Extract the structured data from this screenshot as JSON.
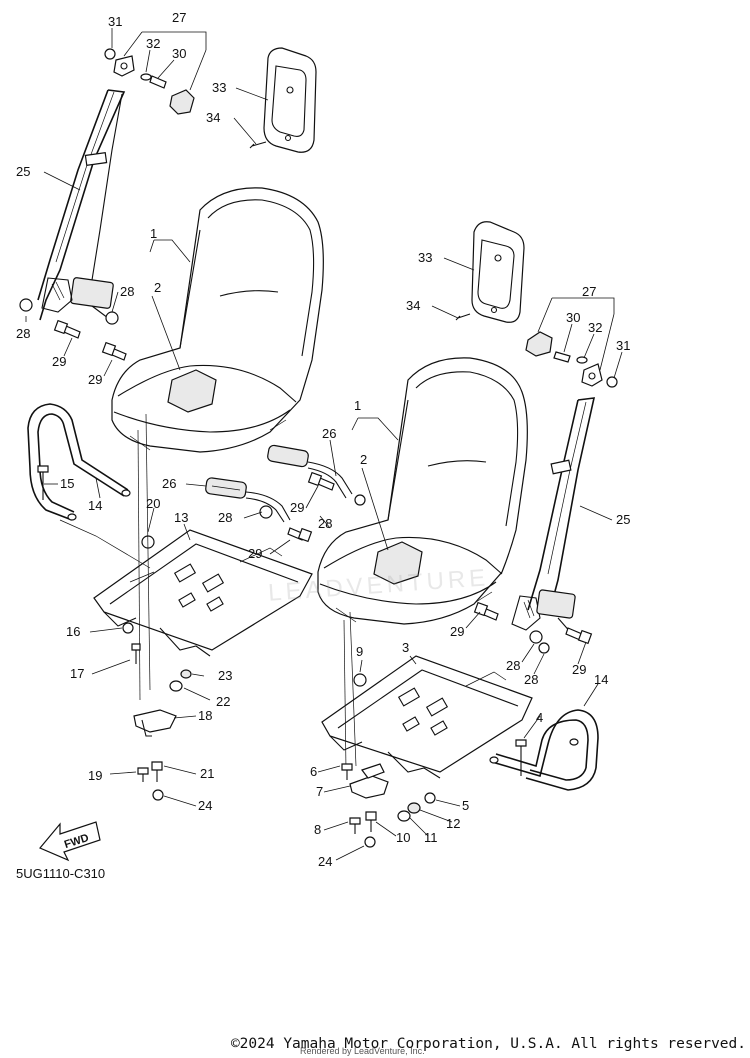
{
  "diagram": {
    "callouts": [
      {
        "id": "c31a",
        "text": "31"
      },
      {
        "id": "c27a",
        "text": "27"
      },
      {
        "id": "c32a",
        "text": "32"
      },
      {
        "id": "c30a",
        "text": "30"
      },
      {
        "id": "c33a",
        "text": "33"
      },
      {
        "id": "c34a",
        "text": "34"
      },
      {
        "id": "c25a",
        "text": "25"
      },
      {
        "id": "c1a",
        "text": "1"
      },
      {
        "id": "c2a",
        "text": "2"
      },
      {
        "id": "c28a",
        "text": "28"
      },
      {
        "id": "c28b",
        "text": "28"
      },
      {
        "id": "c29a",
        "text": "29"
      },
      {
        "id": "c29b",
        "text": "29"
      },
      {
        "id": "c15",
        "text": "15"
      },
      {
        "id": "c14a",
        "text": "14"
      },
      {
        "id": "c26a",
        "text": "26"
      },
      {
        "id": "c20",
        "text": "20"
      },
      {
        "id": "c13",
        "text": "13"
      },
      {
        "id": "c28c",
        "text": "28"
      },
      {
        "id": "c29c",
        "text": "29"
      },
      {
        "id": "c16",
        "text": "16"
      },
      {
        "id": "c17",
        "text": "17"
      },
      {
        "id": "c23",
        "text": "23"
      },
      {
        "id": "c22",
        "text": "22"
      },
      {
        "id": "c18",
        "text": "18"
      },
      {
        "id": "c19",
        "text": "19"
      },
      {
        "id": "c21",
        "text": "21"
      },
      {
        "id": "c24a",
        "text": "24"
      },
      {
        "id": "c33b",
        "text": "33"
      },
      {
        "id": "c34b",
        "text": "34"
      },
      {
        "id": "c27b",
        "text": "27"
      },
      {
        "id": "c30b",
        "text": "30"
      },
      {
        "id": "c32b",
        "text": "32"
      },
      {
        "id": "c31b",
        "text": "31"
      },
      {
        "id": "c1b",
        "text": "1"
      },
      {
        "id": "c26b",
        "text": "26"
      },
      {
        "id": "c2b",
        "text": "2"
      },
      {
        "id": "c29d",
        "text": "29"
      },
      {
        "id": "c28d",
        "text": "28"
      },
      {
        "id": "c25b",
        "text": "25"
      },
      {
        "id": "c29e",
        "text": "29"
      },
      {
        "id": "c28e",
        "text": "28"
      },
      {
        "id": "c28f",
        "text": "28"
      },
      {
        "id": "c29f",
        "text": "29"
      },
      {
        "id": "c9",
        "text": "9"
      },
      {
        "id": "c3",
        "text": "3"
      },
      {
        "id": "c14b",
        "text": "14"
      },
      {
        "id": "c4",
        "text": "4"
      },
      {
        "id": "c6",
        "text": "6"
      },
      {
        "id": "c7",
        "text": "7"
      },
      {
        "id": "c5",
        "text": "5"
      },
      {
        "id": "c12",
        "text": "12"
      },
      {
        "id": "c8",
        "text": "8"
      },
      {
        "id": "c10",
        "text": "10"
      },
      {
        "id": "c11",
        "text": "11"
      },
      {
        "id": "c24b",
        "text": "24"
      }
    ],
    "fwd_label": "FWD",
    "reference_code": "5UG1110-C310",
    "watermark": "LEADVENTURE",
    "render_note": "Rendered by LeadVenture, Inc.",
    "copyright": "©2024 Yamaha Motor Corporation, U.S.A. All rights reserved."
  }
}
